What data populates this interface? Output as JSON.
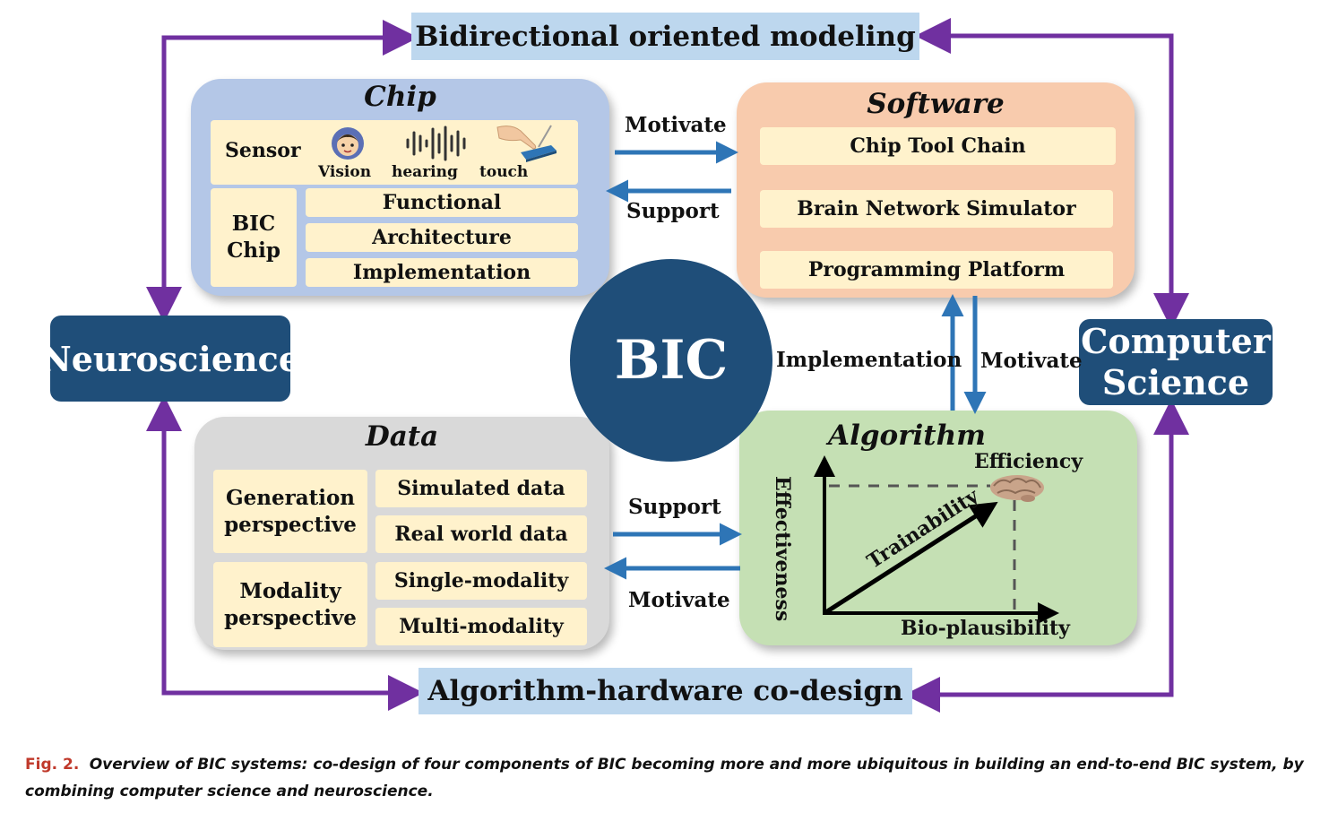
{
  "top_banner": "Bidirectional oriented modeling",
  "bottom_banner": "Algorithm-hardware co-design",
  "neuroscience": "Neuroscience",
  "computer_science": {
    "line1": "Computer",
    "line2": "Science"
  },
  "center": "BIC",
  "chip": {
    "title": "Chip",
    "sensor_label": "Sensor",
    "sensors": [
      "Vision",
      "hearing",
      "touch"
    ],
    "bic_chip": {
      "line1": "BIC",
      "line2": "Chip"
    },
    "items": [
      "Functional",
      "Architecture",
      "Implementation"
    ]
  },
  "software": {
    "title": "Software",
    "items": [
      "Chip Tool Chain",
      "Brain Network Simulator",
      "Programming Platform"
    ]
  },
  "data": {
    "title": "Data",
    "generation": {
      "line1": "Generation",
      "line2": "perspective"
    },
    "modality": {
      "line1": "Modality",
      "line2": "perspective"
    },
    "items": [
      "Simulated data",
      "Real world data",
      "Single-modality",
      "Multi-modality"
    ]
  },
  "algorithm": {
    "title": "Algorithm",
    "y_axis": "Effectiveness",
    "x_axis": "Bio-plausibility",
    "diagonal": "Trainability",
    "point": "Efficiency"
  },
  "arrows": {
    "chip_to_software": "Motivate",
    "software_to_chip": "Support",
    "algorithm_to_software": "Implementation",
    "software_to_algorithm": "Motivate",
    "data_to_algorithm": "Support",
    "algorithm_to_data": "Motivate"
  },
  "caption": {
    "fig": "Fig. 2.",
    "text": "Overview of BIC systems: co-design of four components of BIC becoming more and more ubiquitous in building an end-to-end BIC system, by combining computer science and neuroscience."
  },
  "colors": {
    "banner": "#bdd7ee",
    "dark": "#1f4e79",
    "purple": "#7030a0",
    "blue_arrow": "#2e75b6",
    "chip": "#b4c7e7",
    "software": "#f8cbad",
    "data": "#d9d9d9",
    "algorithm": "#c5e0b4",
    "cell": "#fff2cc"
  }
}
